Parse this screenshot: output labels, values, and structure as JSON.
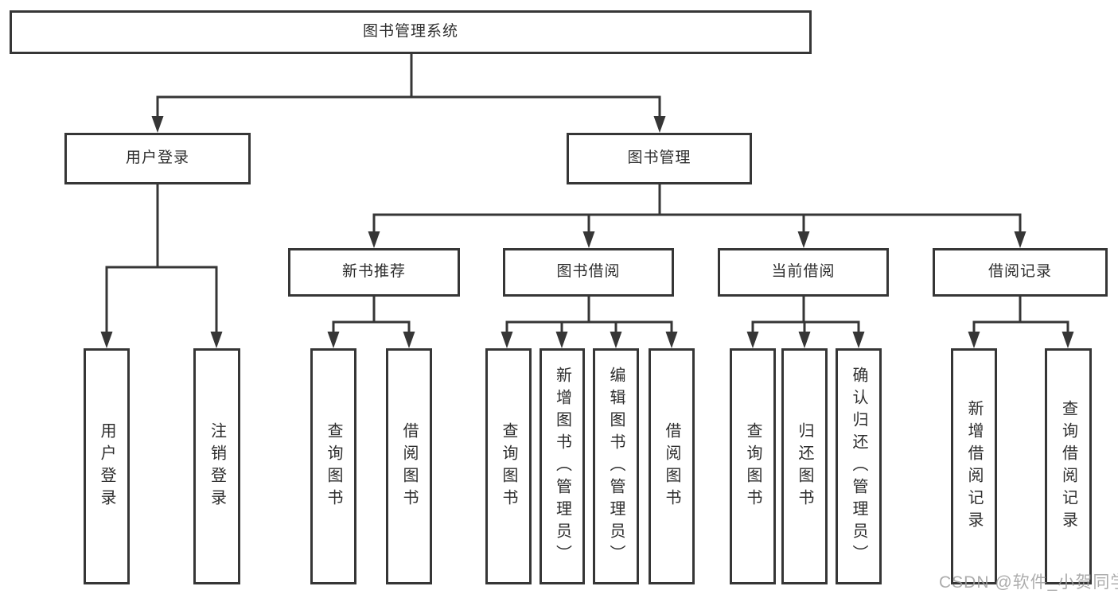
{
  "nodes": {
    "root": {
      "label": "图书管理系统"
    },
    "user_login_module": {
      "label": "用户登录"
    },
    "book_management_module": {
      "label": "图书管理"
    },
    "new_book_recommendation": {
      "label": "新书推荐"
    },
    "book_borrowing": {
      "label": "图书借阅"
    },
    "current_borrowing": {
      "label": "当前借阅"
    },
    "borrowing_records": {
      "label": "借阅记录"
    },
    "leaf_user_login": {
      "label": "用户登录"
    },
    "leaf_logout": {
      "label": "注销登录"
    },
    "leaf_nbr_query_books": {
      "label": "查询图书"
    },
    "leaf_nbr_borrow_books": {
      "label": "借阅图书"
    },
    "leaf_bb_query_books": {
      "label": "查询图书"
    },
    "leaf_bb_add_books": {
      "label": "新增图书（管理员）"
    },
    "leaf_bb_edit_books": {
      "label": "编辑图书（管理员）"
    },
    "leaf_bb_borrow_books": {
      "label": "借阅图书"
    },
    "leaf_cb_query_books": {
      "label": "查询图书"
    },
    "leaf_cb_return_books": {
      "label": "归还图书"
    },
    "leaf_cb_confirm_return": {
      "label": "确认归还（管理员）"
    },
    "leaf_br_add_record": {
      "label": "新增借阅记录"
    },
    "leaf_br_query_record": {
      "label": "查询借阅记录"
    }
  },
  "watermark": {
    "text": "CSDN @软件_小贺同学"
  },
  "colors": {
    "line": "#363636",
    "text": "#2e2e2e",
    "background": "#ffffff",
    "watermark": "#9e9e9e"
  }
}
